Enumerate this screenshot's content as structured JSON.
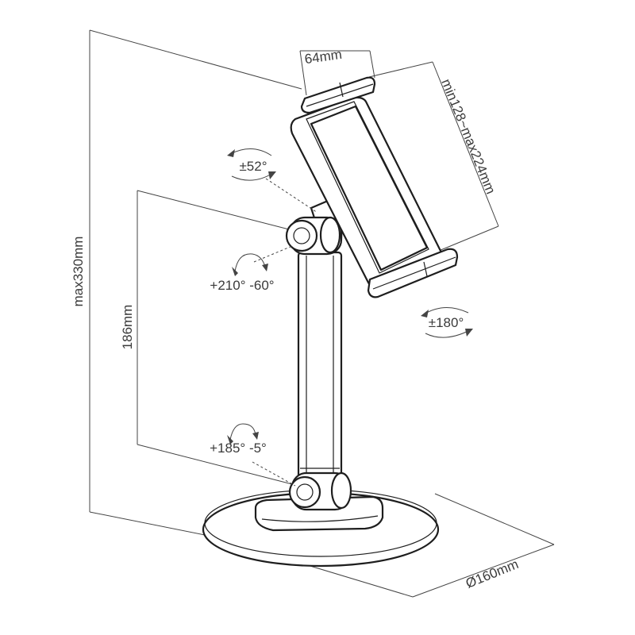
{
  "labels": {
    "max_height": "max330mm",
    "arm_length": "186mm",
    "clamp_depth": "64mm",
    "clamp_range": "min128~max224mm",
    "base_diameter": "Ø160mm",
    "clamp_swivel": "±52°",
    "upper_tilt": "+210° -60°",
    "lower_tilt": "+185° -5°",
    "holder_rotation": "±180°"
  },
  "colors": {
    "line": "#1e1e1e",
    "dimension": "#444444",
    "text": "#3a3a3a",
    "background": "#ffffff"
  }
}
